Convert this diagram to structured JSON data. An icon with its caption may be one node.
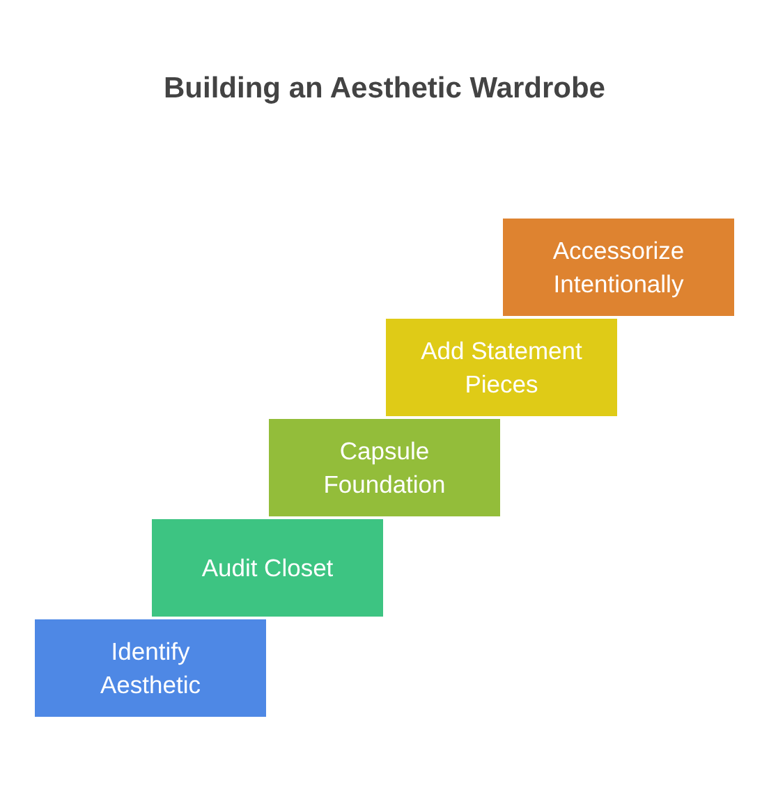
{
  "diagram": {
    "title": "Building an Aesthetic Wardrobe",
    "nodes": [
      {
        "text": [
          "Identify Aesthetic"
        ]
      },
      {
        "text": [
          "Audit Closet"
        ]
      },
      {
        "text": [
          "Capsule Foundation"
        ]
      },
      {
        "text": [
          "Add Statement Pieces"
        ]
      },
      {
        "text": [
          "Accessorize Intentionally"
        ]
      }
    ]
  }
}
